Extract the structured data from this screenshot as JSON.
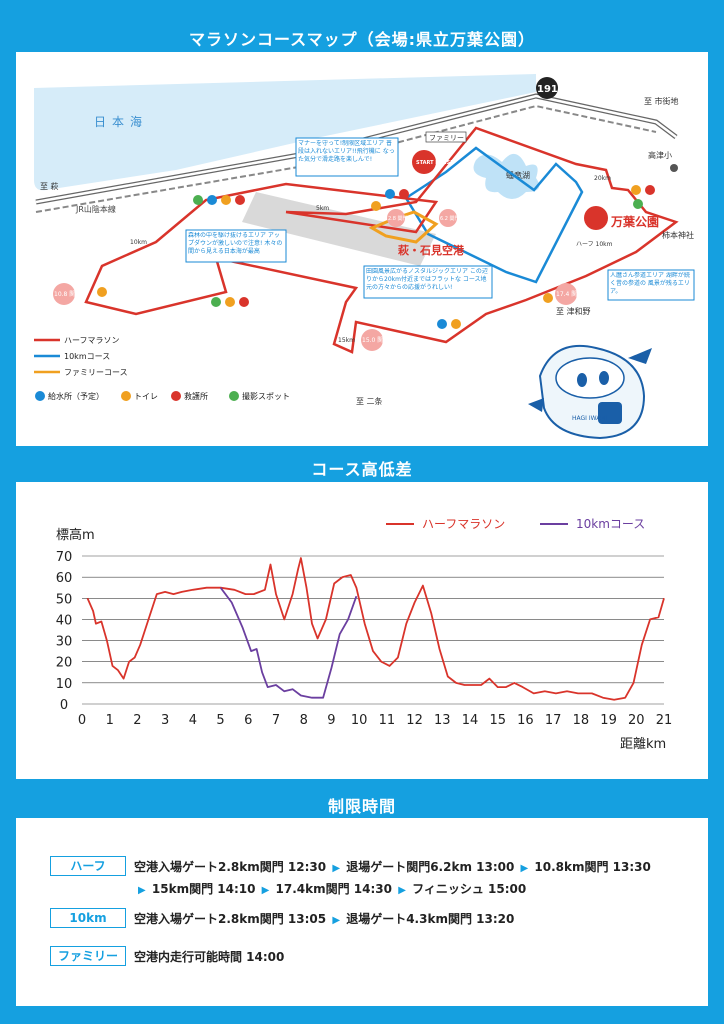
{
  "titles": {
    "map": "マラソンコースマップ（会場:県立万葉公園）",
    "profile": "コース高低差",
    "time": "制限時間"
  },
  "map": {
    "sea": "日本海",
    "route_number": "191",
    "to_hagi": "至 萩",
    "rail": "JR山陰本線",
    "to_ichigai": "至 市街地",
    "takatsu_school": "高津小",
    "to_tsuwano": "至 津和野",
    "to_nijo": "至 二条",
    "kakimoto": "柿本神社",
    "airport": "萩・石見空港",
    "park": "万葉公園",
    "lake": "蟠竜湖",
    "family_tag": "ファミリー",
    "start_finish": "START FINISH",
    "callout_1": "マナーを守って!制限区域エリア 普段は入れないエリア!!飛行機に なった気分で滑走路を楽しんで!",
    "callout_2": "森林の中を駆け抜けるエリア アップダウンが激しいので注意! 木々の間から見える日本海が最高",
    "callout_3": "田園風景広がるノスタルジックエリア この辺りから20km付近まではフラットな コース地元の方々からの応援がうれしい!",
    "callout_4": "人麿さん参道エリア 湖畔が続く昔の参道の 風景が残るエリア。",
    "markers": {
      "km5": "5km",
      "km10": "10km",
      "km15": "15km",
      "km20": "20km",
      "half10": "ハーフ 10km"
    },
    "gates": [
      "10.8 関門",
      "15.0 関門",
      "17.4 関門",
      "6.2 関門",
      "2.8 関門"
    ],
    "legend": {
      "half": "ハーフマラソン",
      "ten": "10kmコース",
      "family": "ファミリーコース",
      "water": "給水所（予定）",
      "toilet": "トイレ",
      "aid": "救護所",
      "photo": "撮影スポット"
    },
    "mascot_tag": "HAGI IWAMI"
  },
  "chart_data": {
    "type": "line",
    "ylabel": "標高m",
    "xlabel": "距離km",
    "xlim": [
      0,
      21
    ],
    "ylim": [
      0,
      70
    ],
    "x_ticks": [
      "0",
      "1",
      "2",
      "3",
      "4",
      "5",
      "6",
      "7",
      "8",
      "9",
      "10",
      "11",
      "12",
      "13",
      "14",
      "15",
      "16",
      "17",
      "18",
      "19",
      "20",
      "21"
    ],
    "y_ticks": [
      "0",
      "10",
      "20",
      "30",
      "40",
      "50",
      "60",
      "70"
    ],
    "grid": true,
    "legend_position": "top-right",
    "series": [
      {
        "name": "ハーフマラソン",
        "color": "#d9342b",
        "points": [
          [
            0.2,
            50
          ],
          [
            0.4,
            44
          ],
          [
            0.5,
            38
          ],
          [
            0.7,
            39
          ],
          [
            0.9,
            30
          ],
          [
            1.1,
            18
          ],
          [
            1.3,
            16
          ],
          [
            1.5,
            12
          ],
          [
            1.7,
            20
          ],
          [
            1.9,
            22
          ],
          [
            2.1,
            28
          ],
          [
            2.4,
            40
          ],
          [
            2.7,
            52
          ],
          [
            3.0,
            53
          ],
          [
            3.3,
            52
          ],
          [
            3.6,
            53
          ],
          [
            4.0,
            54
          ],
          [
            4.5,
            55
          ],
          [
            5.0,
            55
          ],
          [
            5.5,
            54
          ],
          [
            5.9,
            52
          ],
          [
            6.2,
            52
          ],
          [
            6.6,
            54
          ],
          [
            6.8,
            66
          ],
          [
            7.0,
            52
          ],
          [
            7.3,
            40
          ],
          [
            7.6,
            52
          ],
          [
            7.8,
            64
          ],
          [
            7.9,
            69
          ],
          [
            8.1,
            55
          ],
          [
            8.3,
            38
          ],
          [
            8.5,
            31
          ],
          [
            8.8,
            40
          ],
          [
            9.1,
            57
          ],
          [
            9.4,
            60
          ],
          [
            9.7,
            61
          ],
          [
            9.9,
            55
          ],
          [
            10.2,
            38
          ],
          [
            10.5,
            25
          ],
          [
            10.8,
            20
          ],
          [
            11.1,
            18
          ],
          [
            11.4,
            22
          ],
          [
            11.7,
            38
          ],
          [
            12.0,
            48
          ],
          [
            12.3,
            56
          ],
          [
            12.6,
            43
          ],
          [
            12.9,
            26
          ],
          [
            13.2,
            13
          ],
          [
            13.5,
            10
          ],
          [
            13.8,
            9
          ],
          [
            14.1,
            9
          ],
          [
            14.4,
            9
          ],
          [
            14.7,
            12
          ],
          [
            15.0,
            8
          ],
          [
            15.3,
            8
          ],
          [
            15.6,
            10
          ],
          [
            15.9,
            8
          ],
          [
            16.3,
            5
          ],
          [
            16.7,
            6
          ],
          [
            17.1,
            5
          ],
          [
            17.5,
            6
          ],
          [
            17.9,
            5
          ],
          [
            18.4,
            5
          ],
          [
            18.8,
            3
          ],
          [
            19.2,
            2
          ],
          [
            19.6,
            3
          ],
          [
            19.9,
            10
          ],
          [
            20.2,
            28
          ],
          [
            20.5,
            40
          ],
          [
            20.8,
            41
          ],
          [
            21.0,
            50
          ]
        ]
      },
      {
        "name": "10kmコース",
        "color": "#6b3fa0",
        "points": [
          [
            5.0,
            55
          ],
          [
            5.4,
            48
          ],
          [
            5.8,
            36
          ],
          [
            6.1,
            25
          ],
          [
            6.3,
            26
          ],
          [
            6.5,
            15
          ],
          [
            6.7,
            8
          ],
          [
            7.0,
            9
          ],
          [
            7.3,
            6
          ],
          [
            7.6,
            7
          ],
          [
            7.9,
            4
          ],
          [
            8.3,
            3
          ],
          [
            8.7,
            3
          ],
          [
            9.0,
            17
          ],
          [
            9.3,
            33
          ],
          [
            9.6,
            40
          ],
          [
            9.9,
            51
          ]
        ]
      }
    ]
  },
  "time_limits": {
    "half_label": "ハーフ",
    "half_line1": [
      "空港入場ゲート2.8km関門 12:30",
      "退場ゲート関門6.2km 13:00",
      "10.8km関門 13:30"
    ],
    "half_line2": [
      "15km関門 14:10",
      "17.4km関門 14:30",
      "フィニッシュ 15:00"
    ],
    "ten_label": "10km",
    "ten_line": [
      "空港入場ゲート2.8km関門 13:05",
      "退場ゲート4.3km関門 13:20"
    ],
    "family_label": "ファミリー",
    "family_line": "空港内走行可能時間 14:00"
  }
}
